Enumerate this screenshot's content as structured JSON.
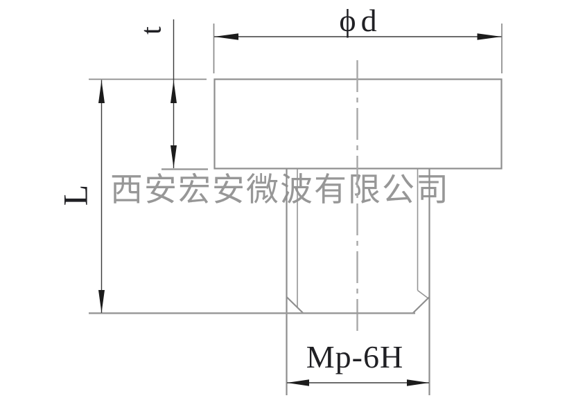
{
  "drawing": {
    "labels": {
      "head_diameter": "ϕd",
      "head_thickness": "t",
      "overall_length": "L",
      "thread_spec": "Mp-6H"
    },
    "watermark": "西安宏安微波有限公司",
    "colors": {
      "background": "#ffffff",
      "part_outline": "#8e8e8e",
      "extension_lines": "#8a8a8a",
      "dimension_lines": "#3a3a3a",
      "arrowheads": "#1c1c1c",
      "label_text": "#202024",
      "centerline": "#a8a8a8",
      "watermark_text": "#8f8f8f"
    }
  }
}
